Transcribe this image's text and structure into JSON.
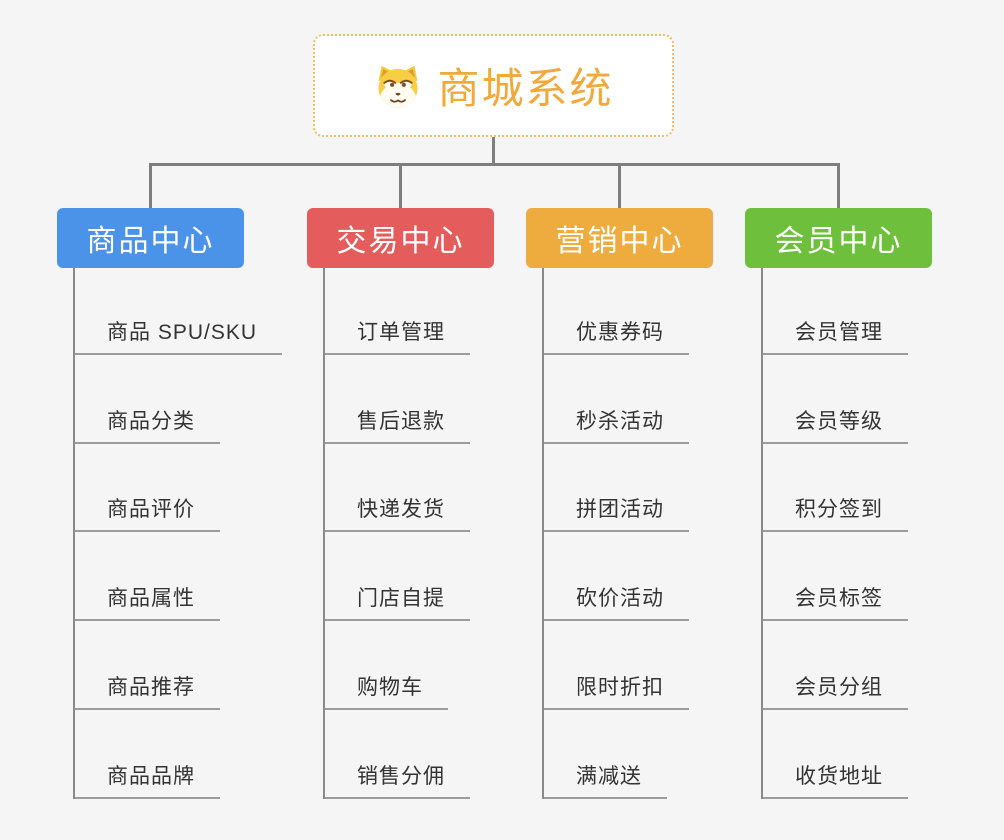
{
  "root": {
    "label": "商城系统",
    "icon": "dog-face-icon"
  },
  "branches": [
    {
      "label": "商品中心",
      "color": "#4b93e8",
      "items": [
        "商品 SPU/SKU",
        "商品分类",
        "商品评价",
        "商品属性",
        "商品推荐",
        "商品品牌"
      ]
    },
    {
      "label": "交易中心",
      "color": "#e45c5c",
      "items": [
        "订单管理",
        "售后退款",
        "快递发货",
        "门店自提",
        "购物车",
        "销售分佣"
      ]
    },
    {
      "label": "营销中心",
      "color": "#efac3e",
      "items": [
        "优惠券码",
        "秒杀活动",
        "拼团活动",
        "砍价活动",
        "限时折扣",
        "满减送"
      ]
    },
    {
      "label": "会员中心",
      "color": "#6ec03c",
      "items": [
        "会员管理",
        "会员等级",
        "积分签到",
        "会员标签",
        "会员分组",
        "收货地址"
      ]
    }
  ],
  "colors": {
    "background": "#f5f5f6",
    "root_accent": "#f2a93b",
    "root_border": "#f2bb63",
    "connector_line": "#7e7e7e",
    "branch_vline": "#8a8a8a",
    "leaf_underline": "#9c9c9c",
    "leaf_text": "#333333",
    "branch_text": "#ffffff"
  }
}
